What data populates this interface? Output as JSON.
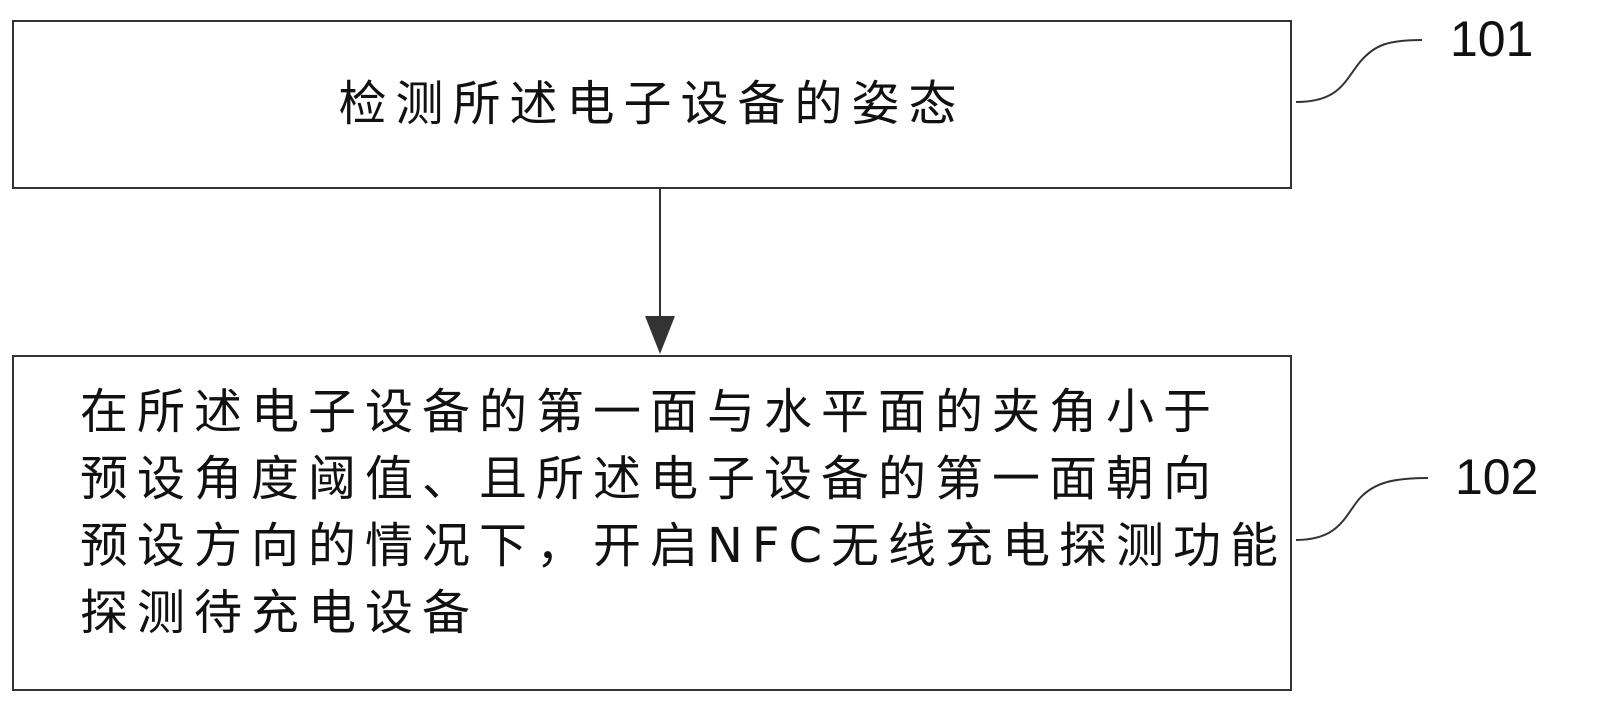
{
  "steps": [
    {
      "id": "101",
      "lines": [
        "检测所述电子设备的姿态"
      ]
    },
    {
      "id": "102",
      "lines": [
        "在所述电子设备的第一面与水平面的夹角小于",
        "预设角度阈值、且所述电子设备的第一面朝向",
        "预设方向的情况下，开启NFC无线充电探测功能",
        "探测待充电设备"
      ]
    }
  ]
}
